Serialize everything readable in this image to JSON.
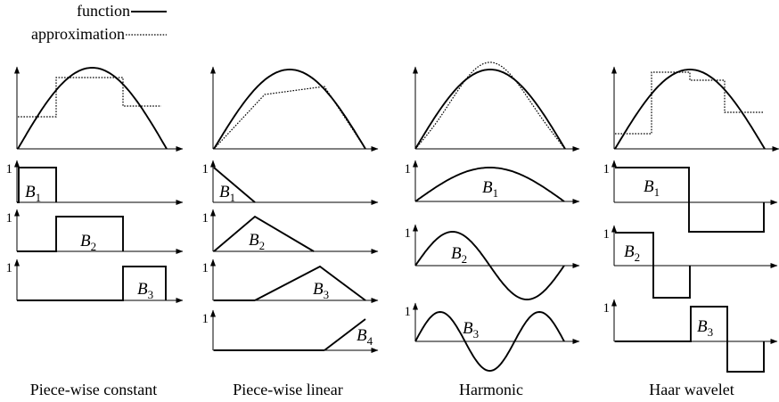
{
  "legend": {
    "function_label": "function",
    "approximation_label": "approximation"
  },
  "one_label": "1",
  "columns": [
    {
      "name": "Piece-wise constant",
      "kind": "constant",
      "basis": [
        {
          "base": "B",
          "sub": "1"
        },
        {
          "base": "B",
          "sub": "2"
        },
        {
          "base": "B",
          "sub": "3"
        }
      ]
    },
    {
      "name": "Piece-wise linear",
      "kind": "linear",
      "basis": [
        {
          "base": "B",
          "sub": "1"
        },
        {
          "base": "B",
          "sub": "2"
        },
        {
          "base": "B",
          "sub": "3"
        },
        {
          "base": "B",
          "sub": "4"
        }
      ]
    },
    {
      "name": "Harmonic",
      "kind": "harmonic",
      "basis": [
        {
          "base": "B",
          "sub": "1"
        },
        {
          "base": "B",
          "sub": "2"
        },
        {
          "base": "B",
          "sub": "3"
        }
      ]
    },
    {
      "name": "Haar wavelet",
      "kind": "haar",
      "basis": [
        {
          "base": "B",
          "sub": "1"
        },
        {
          "base": "B",
          "sub": "2"
        },
        {
          "base": "B",
          "sub": "3"
        }
      ]
    }
  ]
}
